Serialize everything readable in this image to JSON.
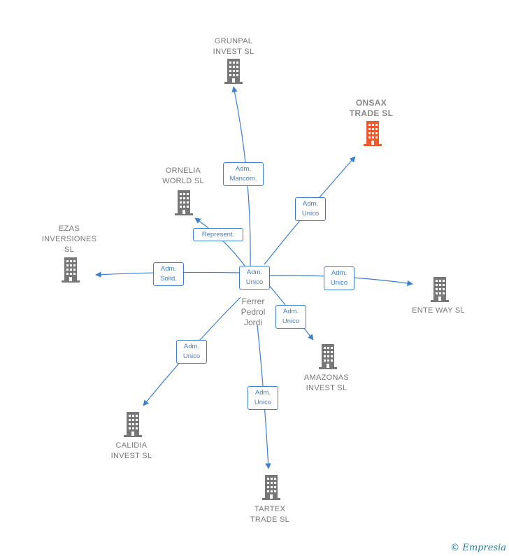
{
  "colors": {
    "edge": "#3b7fd1",
    "building": "#777777",
    "highlight": "#ec5a2e"
  },
  "person": {
    "name": "Ferrer\nPedrol\nJordi",
    "icon": "person-icon"
  },
  "companies": [
    {
      "id": "grunpal",
      "name": "GRUNPAL\nINVEST  SL",
      "highlight": false,
      "icon": "building-icon"
    },
    {
      "id": "onsax",
      "name": "ONSAX\nTRADE  SL",
      "highlight": true,
      "icon": "building-icon"
    },
    {
      "id": "ornelia",
      "name": "ORNELIA\nWORLD  SL",
      "highlight": false,
      "icon": "building-icon"
    },
    {
      "id": "ezas",
      "name": "EZAS\nINVERSIONES\nSL",
      "highlight": false,
      "icon": "building-icon"
    },
    {
      "id": "entway",
      "name": "ENTE WAY  SL",
      "highlight": false,
      "icon": "building-icon"
    },
    {
      "id": "amazonas",
      "name": "AMAZONAS\nINVEST  SL",
      "highlight": false,
      "icon": "building-icon"
    },
    {
      "id": "calidia",
      "name": "CALIDIA\nINVEST  SL",
      "highlight": false,
      "icon": "building-icon"
    },
    {
      "id": "tartex",
      "name": "TARTEX\nTRADE  SL",
      "highlight": false,
      "icon": "building-icon"
    }
  ],
  "edges": [
    {
      "to": "grunpal",
      "label": "Adm.\nMancom."
    },
    {
      "to": "onsax",
      "label": "Adm.\nUnico"
    },
    {
      "to": "ornelia",
      "label": "Represent."
    },
    {
      "to": "ezas",
      "label": "Adm.\nSolid."
    },
    {
      "to": "entway",
      "label": "Adm.\nUnico"
    },
    {
      "to": "amazonas",
      "label": "Adm.\nUnico"
    },
    {
      "to": "calidia",
      "label": "Adm.\nUnico"
    },
    {
      "to": "tartex",
      "label": "Adm.\nUnico"
    },
    {
      "to": "self",
      "label": "Adm.\nUnico"
    }
  ],
  "footer": {
    "copyright": "©",
    "brand": "Empresia"
  }
}
